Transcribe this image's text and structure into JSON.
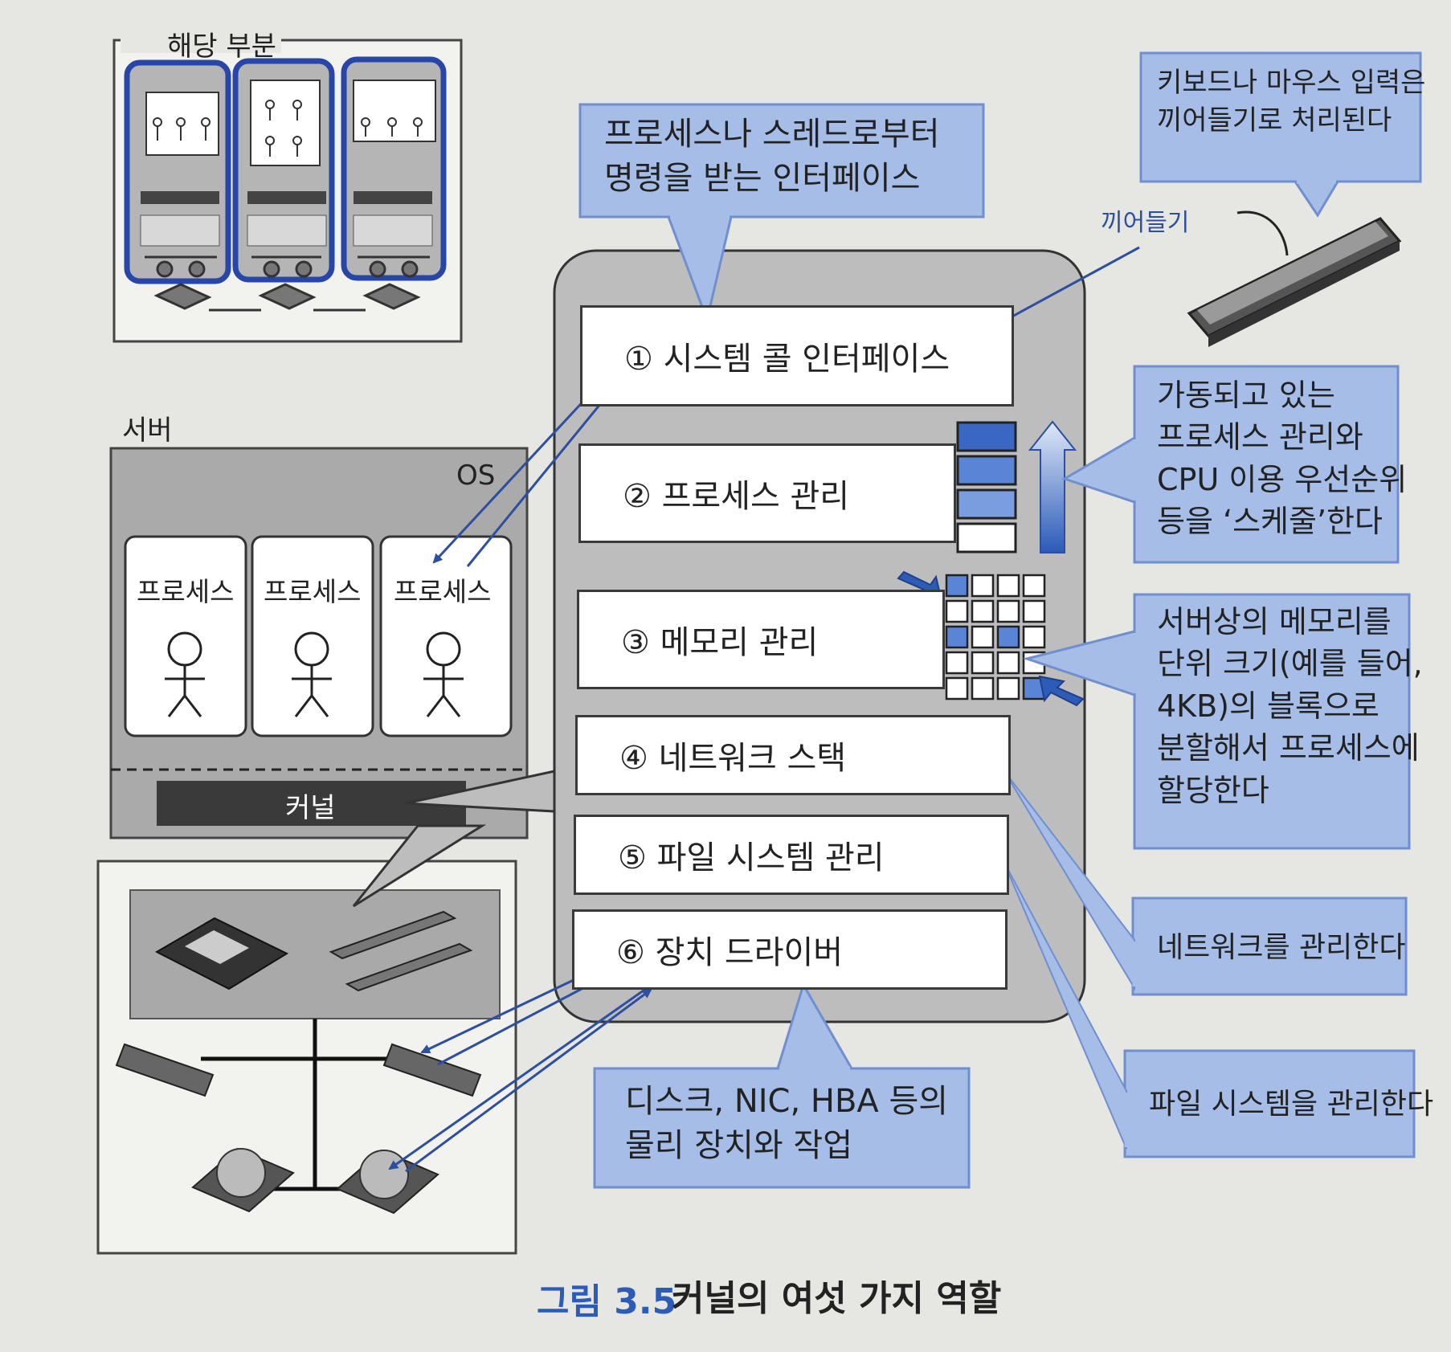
{
  "top_box": {
    "label": "해당 부분"
  },
  "server": {
    "label": "서버",
    "os_label": "OS",
    "kernel_label": "커널"
  },
  "processes": [
    "프로세스",
    "프로세스",
    "프로세스"
  ],
  "layers": [
    "① 시스템 콜 인터페이스",
    "② 프로세스 관리",
    "③ 메모리 관리",
    "④ 네트워크 스택",
    "⑤ 파일 시스템 관리",
    "⑥ 장치 드라이버"
  ],
  "callouts": {
    "syscall": [
      "프로세스나 스레드로부터",
      "명령을 받는 인터페이스"
    ],
    "keyboard": [
      "키보드나 마우스 입력은",
      "끼어들기로 처리된다"
    ],
    "interrupt_label": "끼어들기",
    "process_mgmt": [
      "가동되고 있는",
      "프로세스 관리와",
      "CPU 이용 우선순위",
      "등을 ‘스케줄’한다"
    ],
    "memory_mgmt": [
      "서버상의 메모리를",
      "단위 크기(예를 들어,",
      "4KB)의 블록으로",
      "분할해서 프로세스에",
      "할당한다"
    ],
    "network": "네트워크를 관리한다",
    "filesystem": "파일 시스템을 관리한다",
    "driver": [
      "디스크, NIC, HBA 등의",
      "물리 장치와 작업"
    ]
  },
  "caption": {
    "number": "그림 3.5",
    "title": "커널의 여섯 가지 역할"
  },
  "colors": {
    "callout": "#a6bde8",
    "callout_border": "#6f8fcf",
    "kernel_bg": "#bdbdbd",
    "accent": "#2d5bb8",
    "server_blue": "#2845a8"
  }
}
